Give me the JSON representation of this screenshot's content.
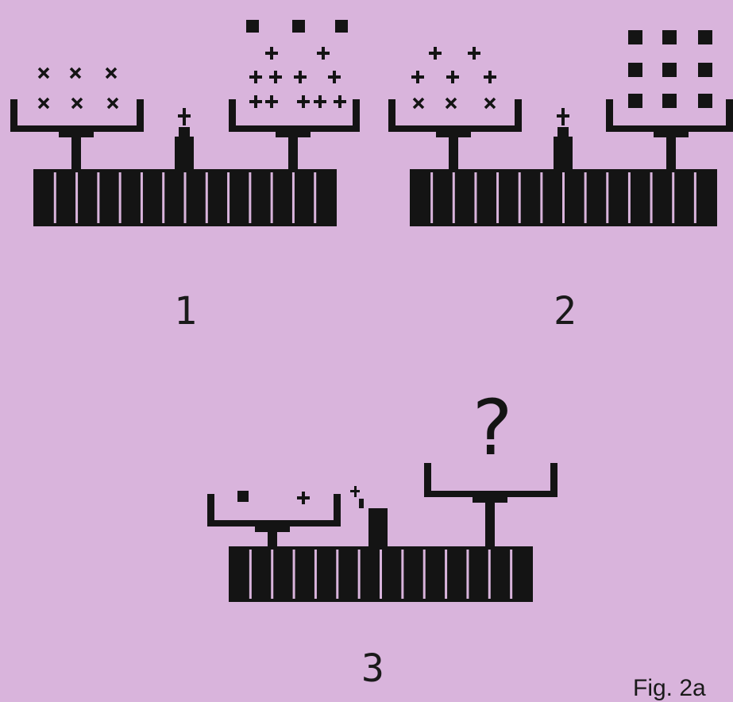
{
  "panels": [
    {
      "label": "1",
      "left_pan": [
        "x-mark",
        "x-mark",
        "x-mark",
        "x-mark",
        "x-mark",
        "x-mark"
      ],
      "right_pan": [
        "square",
        "square",
        "square",
        "plus",
        "plus",
        "plus",
        "plus",
        "plus",
        "plus",
        "plus",
        "plus",
        "plus",
        "plus"
      ]
    },
    {
      "label": "2",
      "left_pan": [
        "plus",
        "plus",
        "plus",
        "plus",
        "plus",
        "x-mark",
        "x-mark",
        "x-mark"
      ],
      "right_pan": [
        "square",
        "square",
        "square",
        "square",
        "square",
        "square",
        "square",
        "square",
        "square"
      ]
    },
    {
      "label": "3",
      "left_pan": [
        "square",
        "plus"
      ],
      "right_pan_mark": "?"
    }
  ],
  "caption": "Fig. 2a",
  "colors": {
    "background": "#d9b4dc",
    "ink": "#141414"
  },
  "icons": [
    "balance-scale-icon",
    "plus-symbol-icon",
    "x-symbol-icon",
    "square-symbol-icon",
    "question-mark-icon"
  ]
}
